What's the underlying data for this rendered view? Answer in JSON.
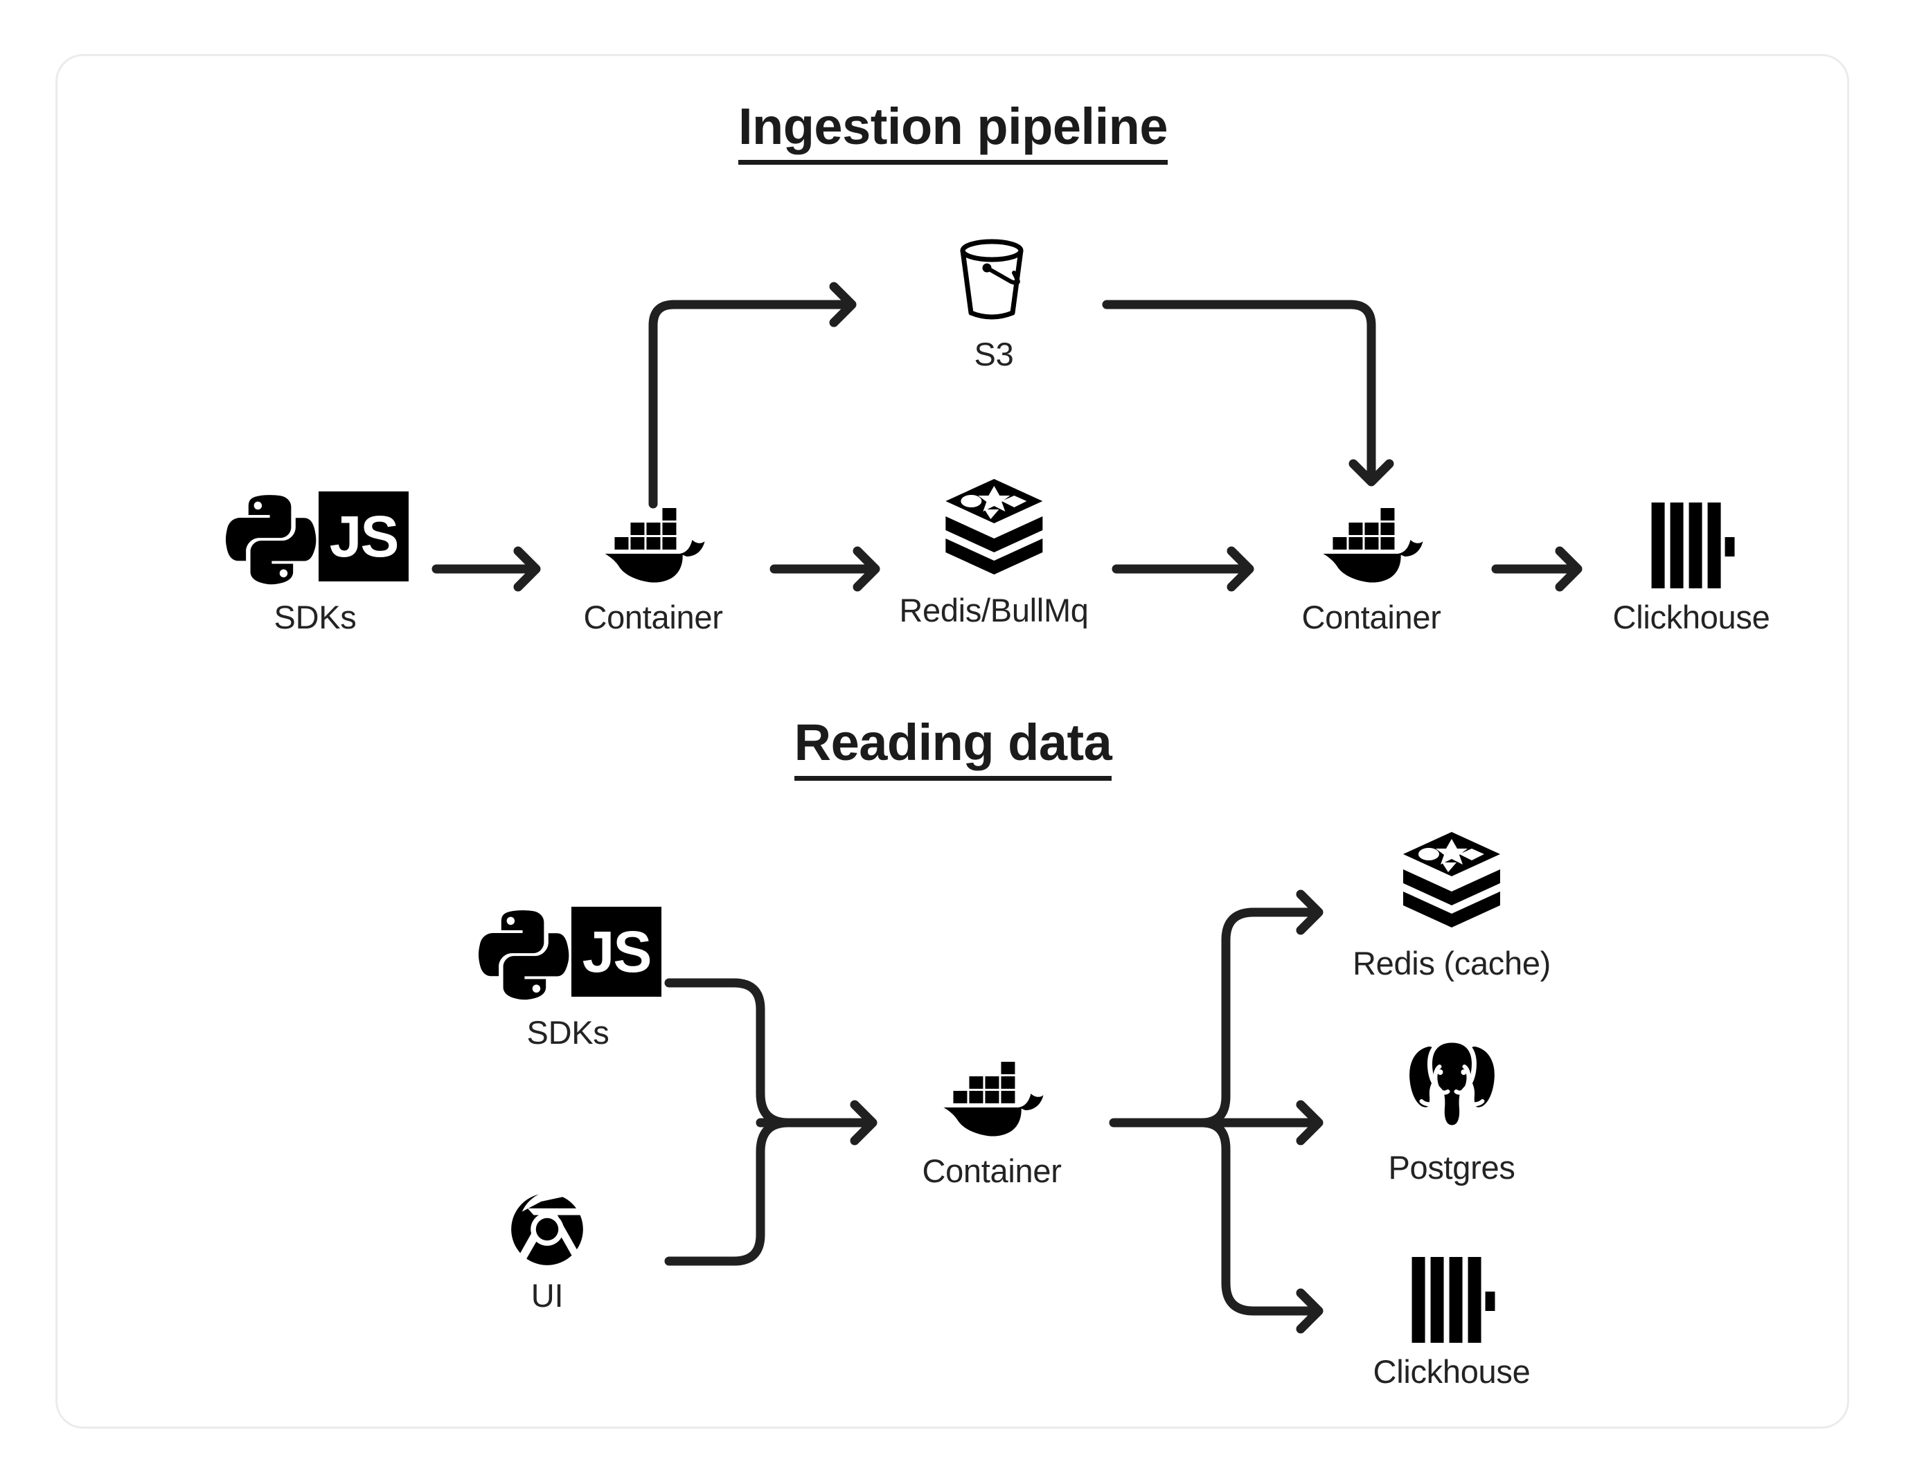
{
  "diagram": {
    "sections": [
      {
        "id": "ingestion",
        "title": "Ingestion pipeline",
        "nodes": [
          {
            "id": "sdks-1",
            "label": "SDKs",
            "icon": "python-js-sdk-icon"
          },
          {
            "id": "container-1",
            "label": "Container",
            "icon": "docker-whale-icon"
          },
          {
            "id": "redis-bullmq",
            "label": "Redis/BullMq",
            "icon": "redis-stack-icon"
          },
          {
            "id": "s3",
            "label": "S3",
            "icon": "s3-bucket-icon"
          },
          {
            "id": "container-2",
            "label": "Container",
            "icon": "docker-whale-icon"
          },
          {
            "id": "clickhouse-1",
            "label": "Clickhouse",
            "icon": "clickhouse-bars-icon"
          }
        ],
        "edges": [
          {
            "from": "sdks-1",
            "to": "container-1",
            "style": "straight-arrow"
          },
          {
            "from": "container-1",
            "to": "s3",
            "style": "elbow-up-right-arrow"
          },
          {
            "from": "container-1",
            "to": "redis-bullmq",
            "style": "straight-arrow"
          },
          {
            "from": "redis-bullmq",
            "to": "container-2",
            "style": "straight-arrow"
          },
          {
            "from": "s3",
            "to": "container-2",
            "style": "elbow-right-down-arrow"
          },
          {
            "from": "container-2",
            "to": "clickhouse-1",
            "style": "straight-arrow"
          }
        ]
      },
      {
        "id": "reading",
        "title": "Reading data",
        "nodes": [
          {
            "id": "sdks-2",
            "label": "SDKs",
            "icon": "python-js-sdk-icon"
          },
          {
            "id": "ui",
            "label": "UI",
            "icon": "chrome-browser-icon"
          },
          {
            "id": "container-3",
            "label": "Container",
            "icon": "docker-whale-icon"
          },
          {
            "id": "redis-cache",
            "label": "Redis (cache)",
            "icon": "redis-stack-icon"
          },
          {
            "id": "postgres",
            "label": "Postgres",
            "icon": "postgres-elephant-icon"
          },
          {
            "id": "clickhouse-2",
            "label": "Clickhouse",
            "icon": "clickhouse-bars-icon"
          }
        ],
        "edges": [
          {
            "from": "sdks-2",
            "to": "container-3",
            "style": "merge-arrow"
          },
          {
            "from": "ui",
            "to": "container-3",
            "style": "merge-arrow"
          },
          {
            "from": "container-3",
            "to": "redis-cache",
            "style": "fanout-up-arrow"
          },
          {
            "from": "container-3",
            "to": "postgres",
            "style": "fanout-straight-arrow"
          },
          {
            "from": "container-3",
            "to": "clickhouse-2",
            "style": "fanout-down-arrow"
          }
        ]
      }
    ]
  },
  "icons": {
    "js_text": "JS"
  },
  "colors": {
    "ink": "#1b1b1b",
    "label": "#232323",
    "stroke": "#202020",
    "card_border": "#ebebeb",
    "background": "#ffffff",
    "js_badge_bg": "#000000",
    "js_badge_fg": "#ffffff"
  }
}
